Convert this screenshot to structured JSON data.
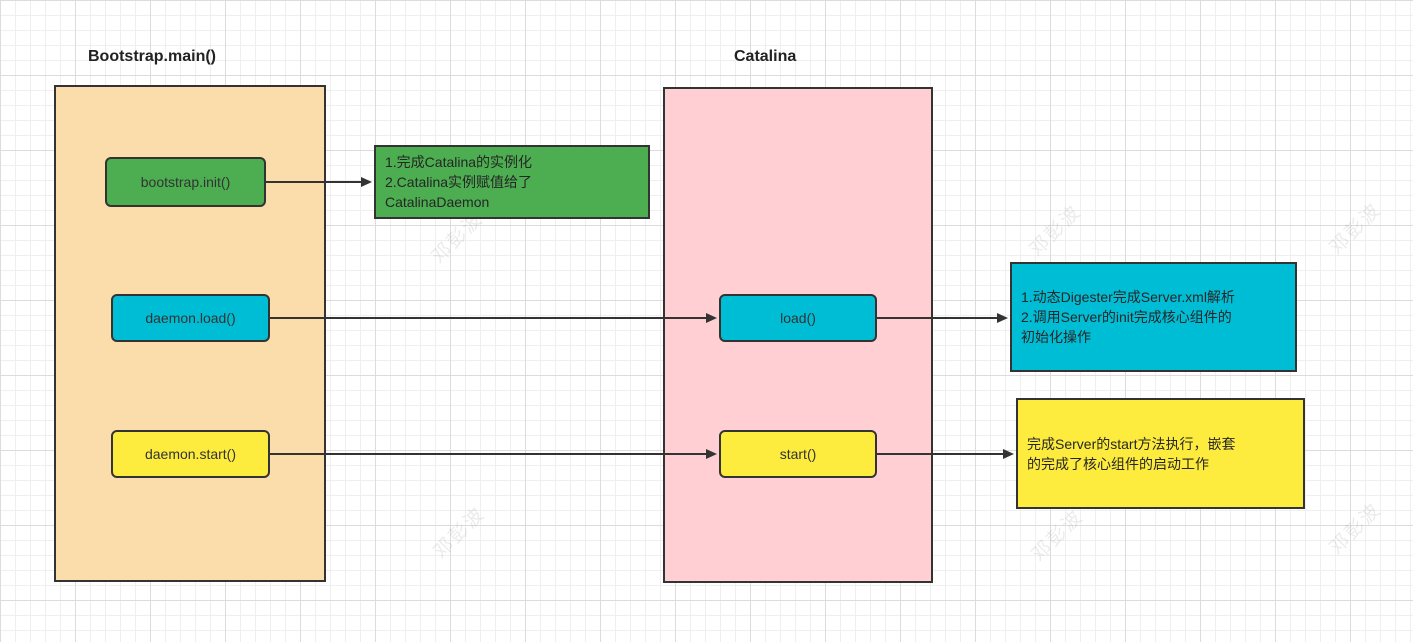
{
  "watermark": {
    "text": "邓彭波"
  },
  "titles": {
    "left": "Bootstrap.main()",
    "right": "Catalina"
  },
  "bootstrap_panel": {
    "init_button": "bootstrap.init()",
    "load_button": "daemon.load()",
    "start_button": "daemon.start()"
  },
  "catalina_panel": {
    "load_button": "load()",
    "start_button": "start()"
  },
  "notes": {
    "init": "1.完成Catalina的实例化\n2.Catalina实例赋值给了\nCatalinaDaemon",
    "load": "1.动态Digester完成Server.xml解析\n2.调用Server的init完成核心组件的\n初始化操作",
    "start": "完成Server的start方法执行，嵌套\n的完成了核心组件的启动工作"
  },
  "colors": {
    "green": "#4CAE51",
    "cyan": "#00BDD6",
    "yellow": "#FDEC3E",
    "orange_panel": "#FBDCAB",
    "pink_panel": "#FFCFD4",
    "stroke": "#333333",
    "grid_major": "#DCDCDC",
    "grid_minor": "#EFEFEF"
  }
}
